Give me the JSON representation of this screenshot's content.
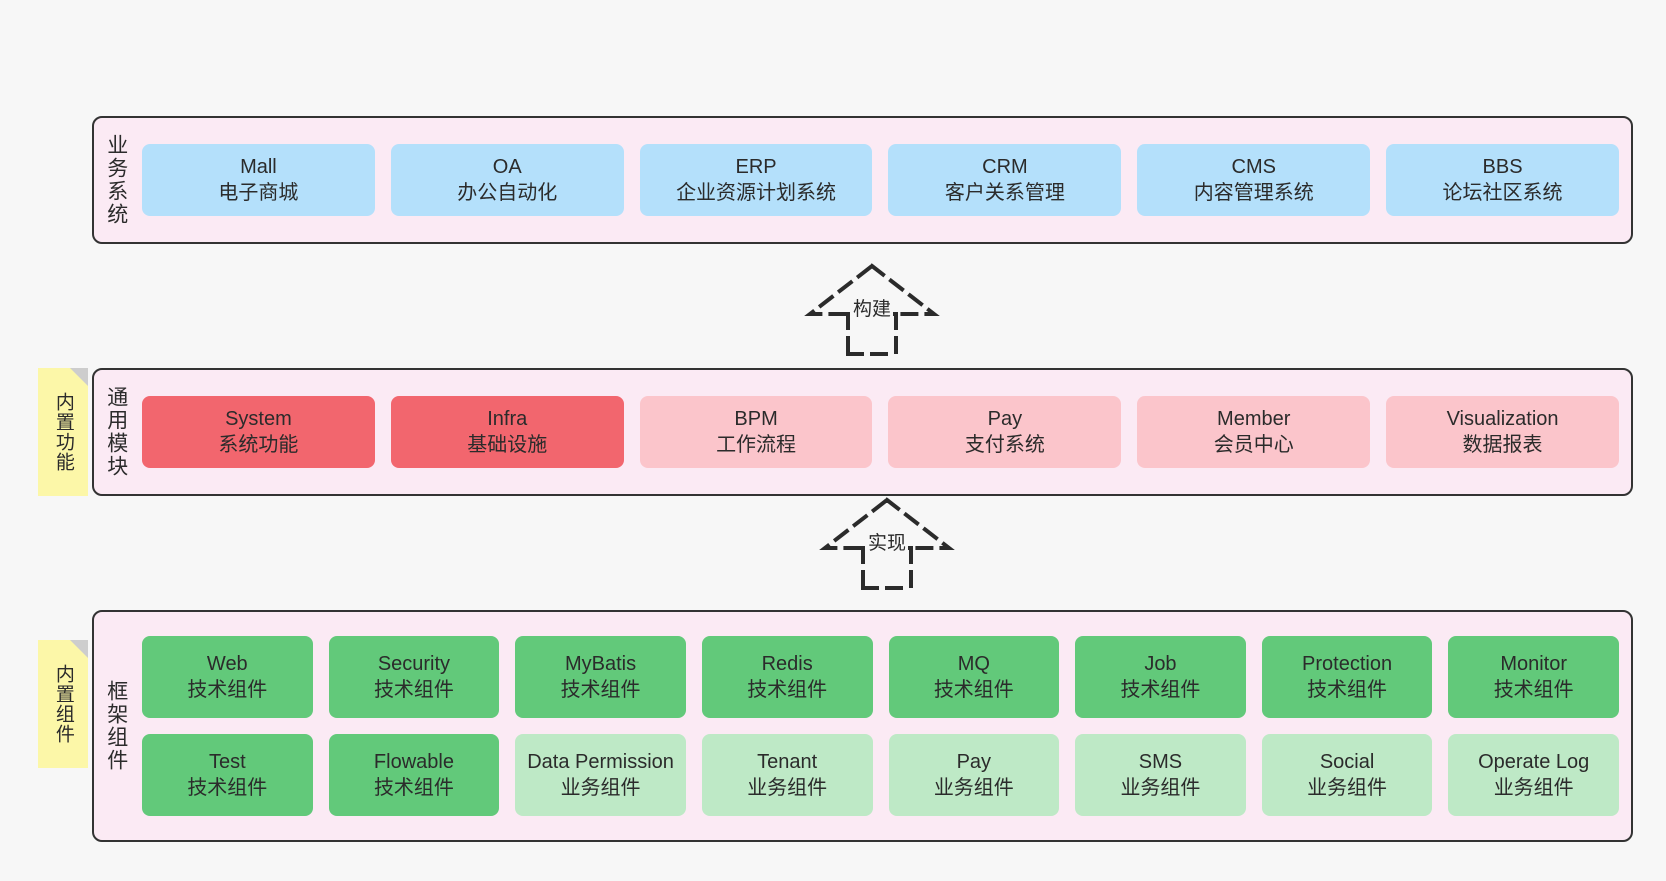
{
  "diagram": {
    "background_color": "#f7f7f7",
    "band_fill": "#fbeaf4",
    "band_border": "#333333"
  },
  "notes": [
    {
      "id": "builtin-function",
      "text": "内置功能",
      "color": "#fcf7a8"
    },
    {
      "id": "builtin-component",
      "text": "内置组件",
      "color": "#fcf7a8"
    }
  ],
  "connectors": [
    {
      "id": "build",
      "label": "构建",
      "style": "dashed-hollow-triangle-up"
    },
    {
      "id": "implement",
      "label": "实现",
      "style": "dashed-hollow-triangle-up"
    }
  ],
  "layers": [
    {
      "id": "business-system",
      "title": "业务系统",
      "color": "#b4e0fb",
      "rows": [
        {
          "cards": [
            {
              "title": "Mall",
              "sub": "电子商城",
              "variant": "c-blue"
            },
            {
              "title": "OA",
              "sub": "办公自动化",
              "variant": "c-blue"
            },
            {
              "title": "ERP",
              "sub": "企业资源计划系统",
              "variant": "c-blue"
            },
            {
              "title": "CRM",
              "sub": "客户关系管理",
              "variant": "c-blue"
            },
            {
              "title": "CMS",
              "sub": "内容管理系统",
              "variant": "c-blue"
            },
            {
              "title": "BBS",
              "sub": "论坛社区系统",
              "variant": "c-blue"
            }
          ]
        }
      ]
    },
    {
      "id": "common-module",
      "title": "通用模块",
      "color": "#f2666e",
      "rows": [
        {
          "cards": [
            {
              "title": "System",
              "sub": "系统功能",
              "variant": "c-red"
            },
            {
              "title": "Infra",
              "sub": "基础设施",
              "variant": "c-red"
            },
            {
              "title": "BPM",
              "sub": "工作流程",
              "variant": "c-pink"
            },
            {
              "title": "Pay",
              "sub": "支付系统",
              "variant": "c-pink"
            },
            {
              "title": "Member",
              "sub": "会员中心",
              "variant": "c-pink"
            },
            {
              "title": "Visualization",
              "sub": "数据报表",
              "variant": "c-pink"
            }
          ]
        }
      ]
    },
    {
      "id": "framework-component",
      "title": "框架组件",
      "color": "#62c97a",
      "rows": [
        {
          "cards": [
            {
              "title": "Web",
              "sub": "技术组件",
              "variant": "c-green"
            },
            {
              "title": "Security",
              "sub": "技术组件",
              "variant": "c-green"
            },
            {
              "title": "MyBatis",
              "sub": "技术组件",
              "variant": "c-green"
            },
            {
              "title": "Redis",
              "sub": "技术组件",
              "variant": "c-green"
            },
            {
              "title": "MQ",
              "sub": "技术组件",
              "variant": "c-green"
            },
            {
              "title": "Job",
              "sub": "技术组件",
              "variant": "c-green"
            },
            {
              "title": "Protection",
              "sub": "技术组件",
              "variant": "c-green"
            },
            {
              "title": "Monitor",
              "sub": "技术组件",
              "variant": "c-green"
            }
          ]
        },
        {
          "cards": [
            {
              "title": "Test",
              "sub": "技术组件",
              "variant": "c-green"
            },
            {
              "title": "Flowable",
              "sub": "技术组件",
              "variant": "c-green"
            },
            {
              "title": "Data Permission",
              "sub": "业务组件",
              "variant": "c-lgreen",
              "wrap": true
            },
            {
              "title": "Tenant",
              "sub": "业务组件",
              "variant": "c-lgreen"
            },
            {
              "title": "Pay",
              "sub": "业务组件",
              "variant": "c-lgreen"
            },
            {
              "title": "SMS",
              "sub": "业务组件",
              "variant": "c-lgreen"
            },
            {
              "title": "Social",
              "sub": "业务组件",
              "variant": "c-lgreen"
            },
            {
              "title": "Operate Log",
              "sub": "业务组件",
              "variant": "c-lgreen"
            }
          ]
        }
      ]
    }
  ]
}
